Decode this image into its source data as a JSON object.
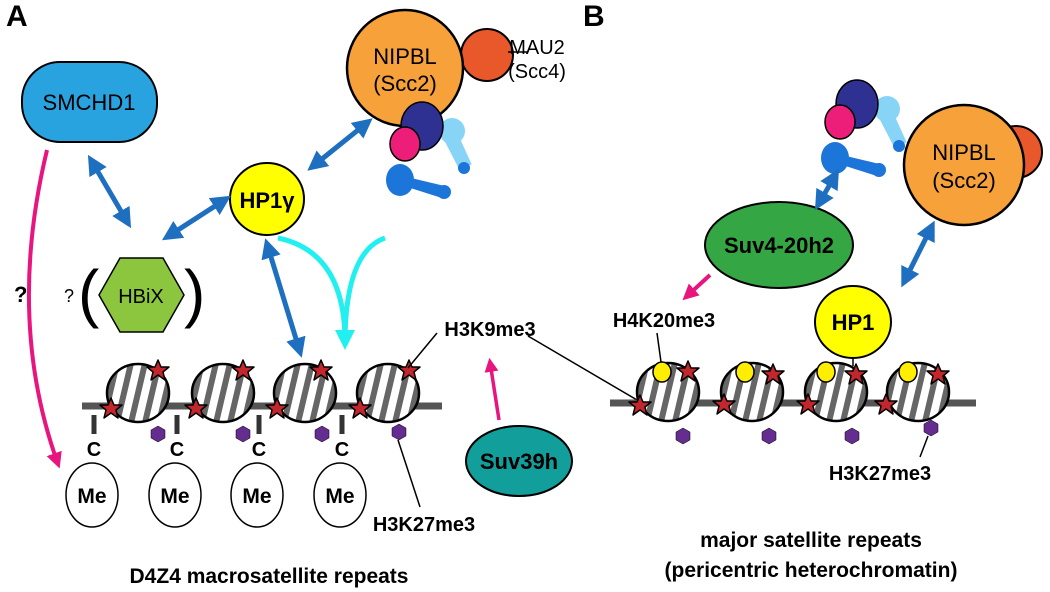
{
  "panels": {
    "a": {
      "letter": "A",
      "caption": "D4Z4 macrosatellite repeats"
    },
    "b": {
      "letter": "B",
      "caption_line1": "major satellite repeats",
      "caption_line2": "(pericentric heterochromatin)"
    }
  },
  "labels": {
    "smchd1": "SMCHD1",
    "hbix": "HBiX",
    "question_mark": "?",
    "hp1g": "HP1γ",
    "nipbl": "NIPBL",
    "scc2": "(Scc2)",
    "mau2": "MAU2",
    "scc4": "(Scc4)",
    "h3k9me3": "H3K9me3",
    "h3k27me3": "H3K27me3",
    "h4k20me3": "H4K20me3",
    "suv39h": "Suv39h",
    "suv420h2": "Suv4-20h2",
    "hp1": "HP1",
    "methyl_c": "C",
    "methyl_me": "Me"
  },
  "colors": {
    "smchd1": "#29a3e0",
    "hbix": "#8cc63f",
    "hp1": "#ffff00",
    "nipbl": "#f7a13b",
    "mau2": "#e8582a",
    "cohesin_navy": "#2e3192",
    "cohesin_pink": "#ec1e79",
    "cohesin_blue": "#1c75d8",
    "cohesin_lightblue": "#88d4f7",
    "suv39h": "#129e9a",
    "suv420h2": "#34a744",
    "blue_arrow": "#1f6fc1",
    "pink_arrow": "#e8157f",
    "cyan_arrow": "#22f0f0",
    "h3k9me3_star": "#c1272d",
    "h3k27me3_hexagon": "#662d91",
    "h4k20me3_dot": "#ffee00",
    "dna": "#555555"
  }
}
